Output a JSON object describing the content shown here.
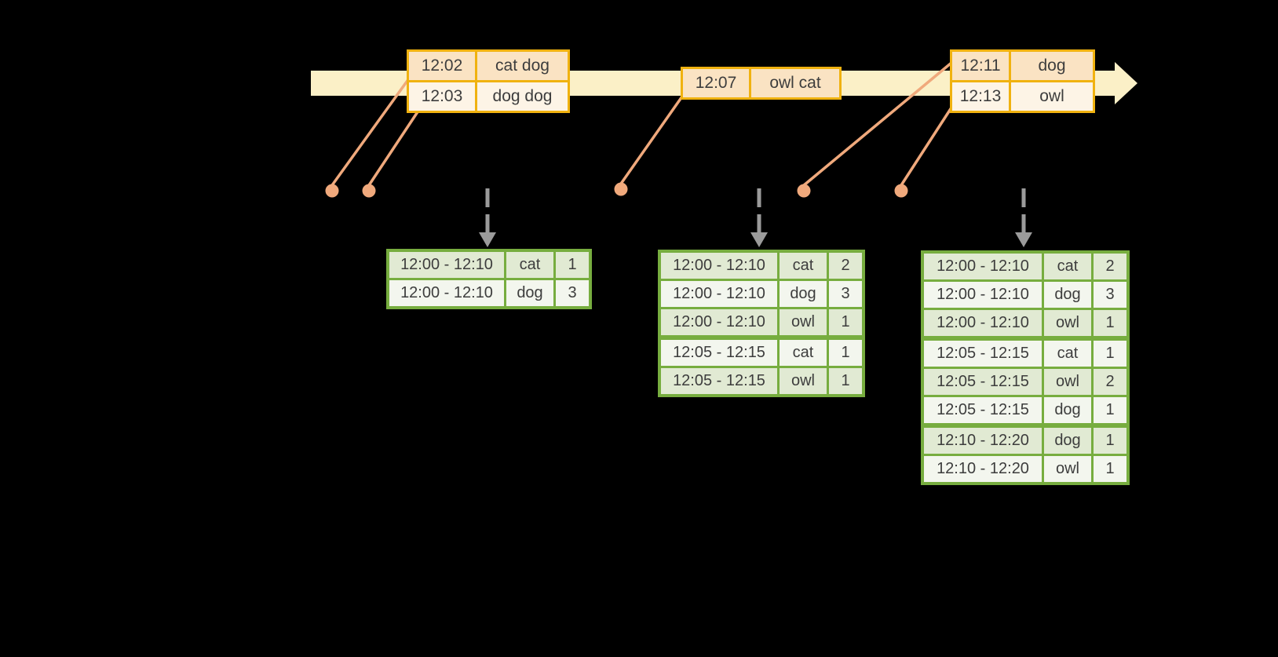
{
  "colors": {
    "background": "#000000",
    "band": "#fbf0c7",
    "gold": "#f0b210",
    "peach": "#fae3c3",
    "cream": "#fdf4e6",
    "salmon": "#f0a97c",
    "gray-arrow": "#9b9b9b",
    "green": "#77ad3f",
    "cell-tint": "#e1ead3",
    "cell-light": "#f3f6ee",
    "text-dark": "#3d3d3d"
  },
  "timeline": {
    "event_boxes": [
      {
        "rows": [
          {
            "time": "12:02",
            "words": "cat dog"
          },
          {
            "time": "12:03",
            "words": "dog dog"
          }
        ]
      },
      {
        "rows": [
          {
            "time": "12:07",
            "words": "owl cat"
          }
        ]
      },
      {
        "rows": [
          {
            "time": "12:11",
            "words": "dog"
          },
          {
            "time": "12:13",
            "words": "owl"
          }
        ]
      }
    ]
  },
  "result_tables": [
    {
      "rows": [
        {
          "window": "12:00 - 12:10",
          "word": "cat",
          "count": "1"
        },
        {
          "window": "12:00 - 12:10",
          "word": "dog",
          "count": "3"
        }
      ]
    },
    {
      "rows": [
        {
          "window": "12:00 - 12:10",
          "word": "cat",
          "count": "2"
        },
        {
          "window": "12:00 - 12:10",
          "word": "dog",
          "count": "3"
        },
        {
          "window": "12:00 - 12:10",
          "word": "owl",
          "count": "1"
        },
        {
          "window": "12:05 - 12:15",
          "word": "cat",
          "count": "1",
          "new_group": true
        },
        {
          "window": "12:05 - 12:15",
          "word": "owl",
          "count": "1"
        }
      ]
    },
    {
      "rows": [
        {
          "window": "12:00 - 12:10",
          "word": "cat",
          "count": "2"
        },
        {
          "window": "12:00 - 12:10",
          "word": "dog",
          "count": "3"
        },
        {
          "window": "12:00 - 12:10",
          "word": "owl",
          "count": "1"
        },
        {
          "window": "12:05 - 12:15",
          "word": "cat",
          "count": "1",
          "new_group": true
        },
        {
          "window": "12:05 - 12:15",
          "word": "owl",
          "count": "2"
        },
        {
          "window": "12:05 - 12:15",
          "word": "dog",
          "count": "1"
        },
        {
          "window": "12:10 - 12:20",
          "word": "dog",
          "count": "1",
          "new_group": true
        },
        {
          "window": "12:10 - 12:20",
          "word": "owl",
          "count": "1"
        }
      ]
    }
  ]
}
